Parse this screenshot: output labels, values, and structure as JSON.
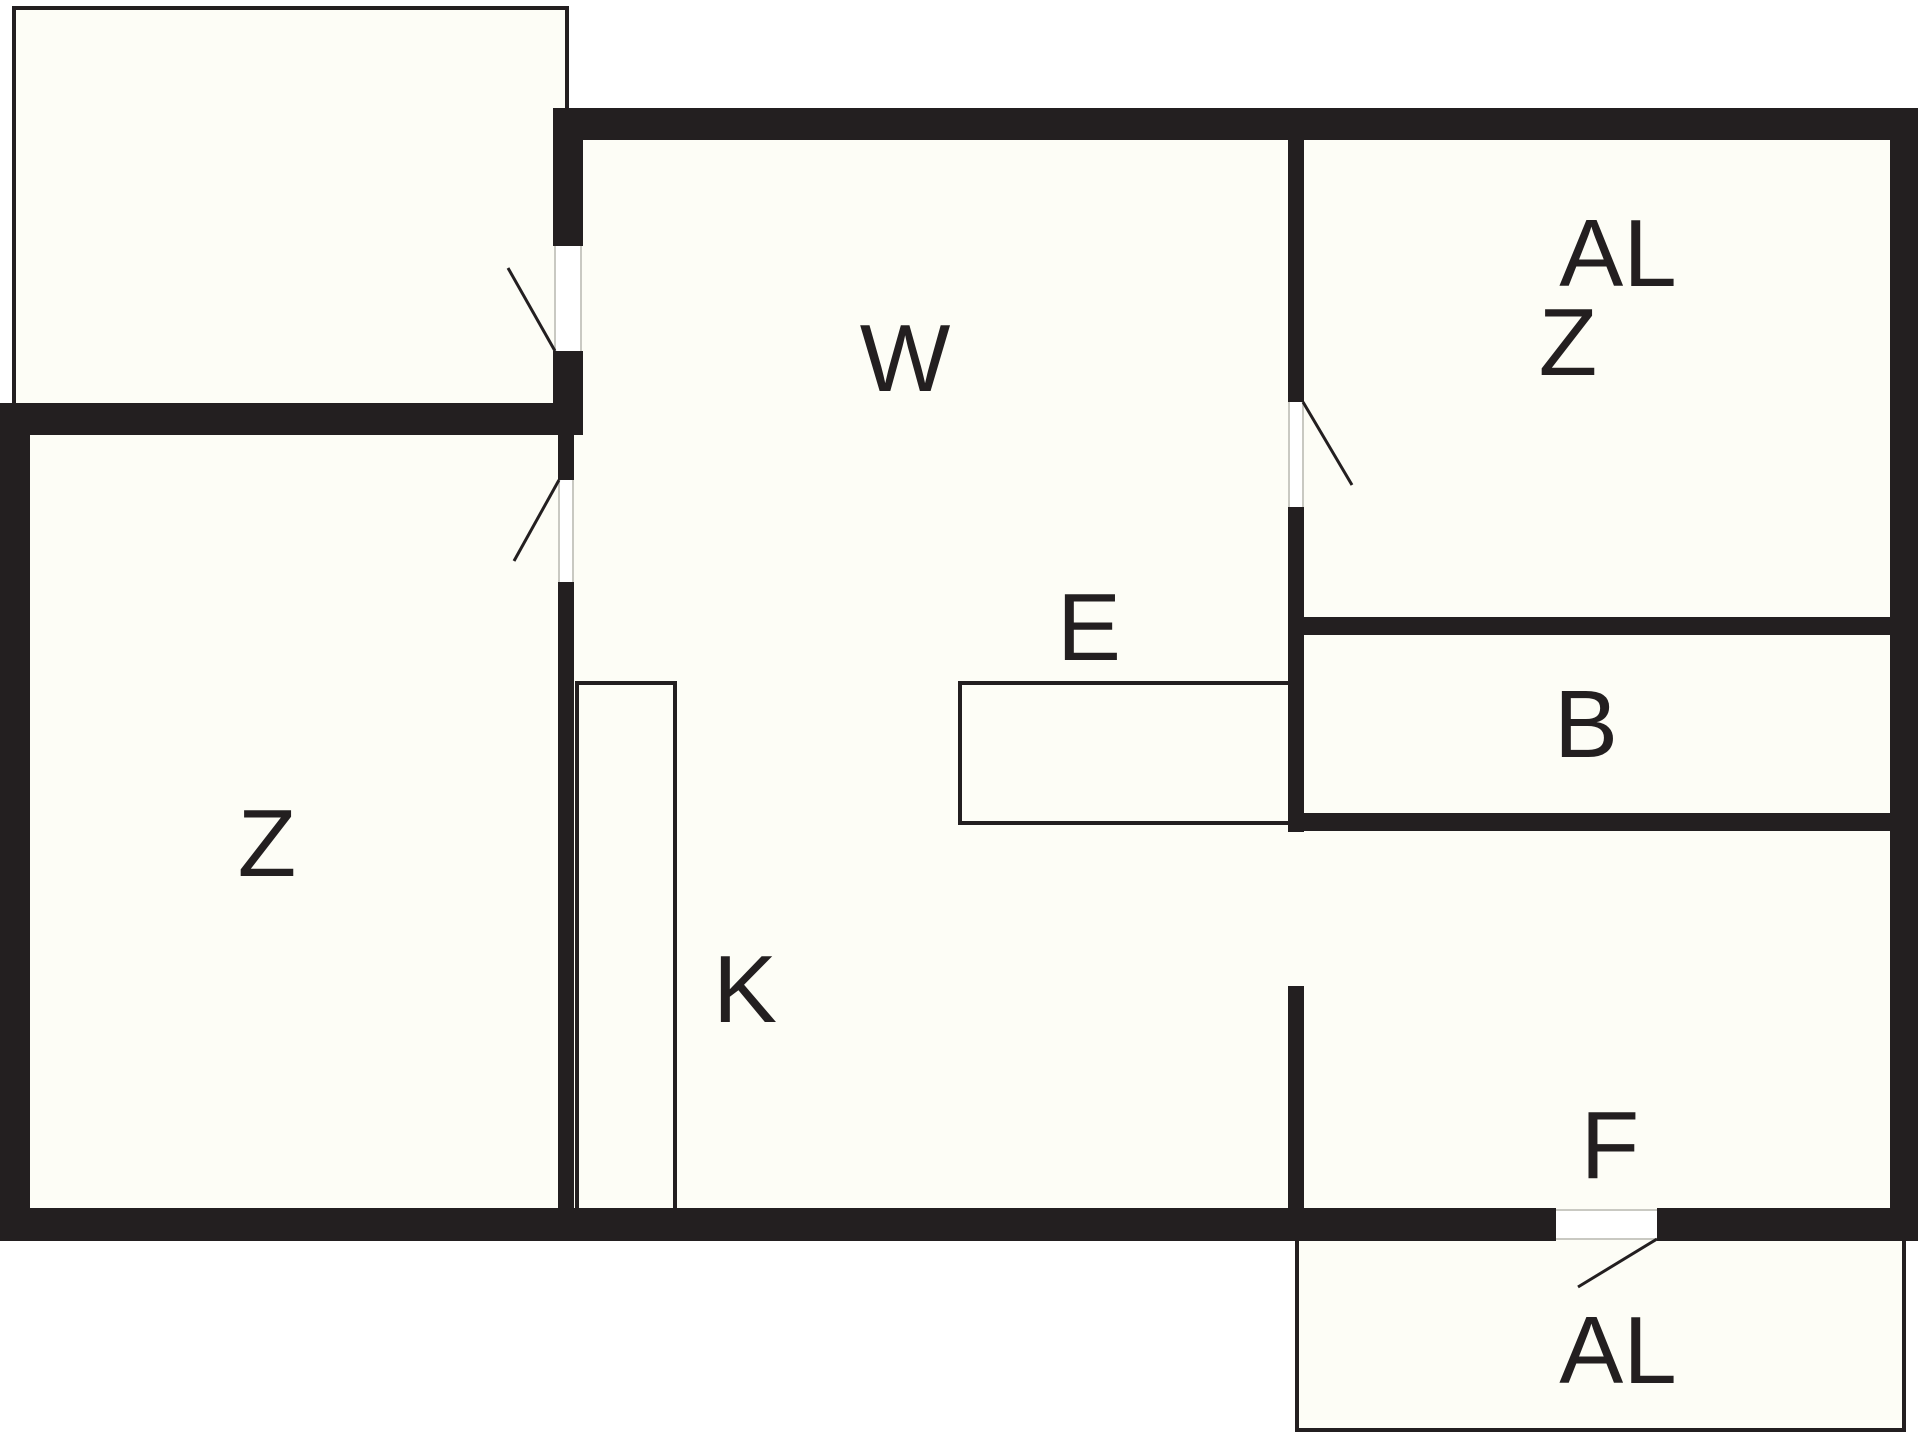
{
  "plan": {
    "colors": {
      "wall": "#231f20",
      "floor": "#fdfdf6",
      "background": "#ffffff",
      "opening": "#ffffff"
    },
    "rooms": {
      "top_left_balcony": "",
      "left_room": "Z",
      "living_room": "W",
      "entrance": "E",
      "kitchen": "K",
      "upper_right_room": "Z",
      "upper_right_balcony": "AL",
      "bathroom": "B",
      "hall": "F",
      "bottom_balcony": "AL"
    }
  }
}
